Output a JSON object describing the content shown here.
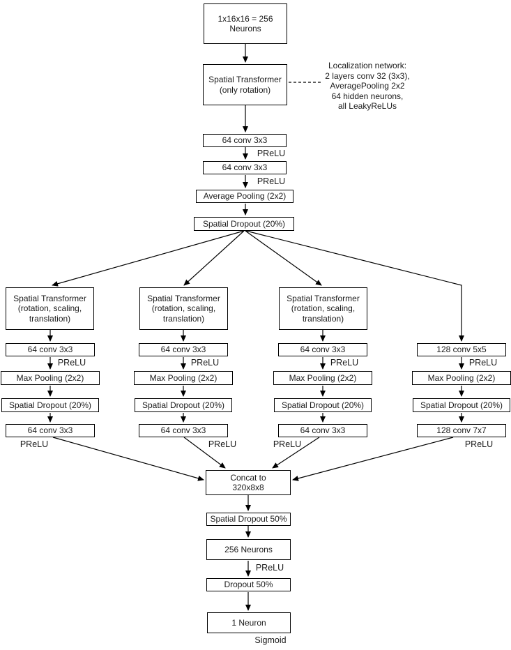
{
  "nodes": {
    "input": {
      "label": "1x16x16 = 256\nNeurons"
    },
    "st_rotation": {
      "label": "Spatial Transformer\n(only rotation)"
    },
    "conv1": {
      "label": "64 conv 3x3",
      "act": "PReLU"
    },
    "conv2": {
      "label": "64 conv 3x3",
      "act": "PReLU"
    },
    "avg_pool": {
      "label": "Average Pooling (2x2)"
    },
    "spatial_dropout": {
      "label": "Spatial Dropout (20%)"
    },
    "concat": {
      "label": "Concat to\n320x8x8"
    },
    "spatial_dropout_50": {
      "label": "Spatial Dropout 50%"
    },
    "dense_256": {
      "label": "256 Neurons",
      "act": "PReLU"
    },
    "dropout_50": {
      "label": "Dropout 50%"
    },
    "output": {
      "label": "1 Neuron",
      "act": "Sigmoid"
    }
  },
  "note": {
    "lines": [
      "Localization network:",
      "2 layers conv 32 (3x3),",
      "AveragePooling 2x2",
      "64 hidden neurons,",
      "all LeakyReLUs"
    ]
  },
  "branches": [
    {
      "transformer": "Spatial Transformer\n(rotation, scaling,\ntranslation)",
      "conv_a": "64 conv 3x3",
      "act_a": "PReLU",
      "pool": "Max Pooling (2x2)",
      "dropout": "Spatial Dropout (20%)",
      "conv_b": "64 conv 3x3",
      "act_b": "PReLU"
    },
    {
      "transformer": "Spatial Transformer\n(rotation, scaling,\ntranslation)",
      "conv_a": "64 conv 3x3",
      "act_a": "PReLU",
      "pool": "Max Pooling (2x2)",
      "dropout": "Spatial Dropout (20%)",
      "conv_b": "64 conv 3x3",
      "act_b": "PReLU"
    },
    {
      "transformer": "Spatial Transformer\n(rotation, scaling,\ntranslation)",
      "conv_a": "64 conv 3x3",
      "act_a": "PReLU",
      "pool": "Max Pooling (2x2)",
      "dropout": "Spatial Dropout (20%)",
      "conv_b": "64 conv 3x3",
      "act_b": "PReLU"
    },
    {
      "conv_a": "128 conv 5x5",
      "act_a": "PReLU",
      "pool": "Max Pooling (2x2)",
      "dropout": "Spatial Dropout (20%)",
      "conv_b": "128 conv 7x7",
      "act_b": "PReLU"
    }
  ],
  "colors": {
    "line": "#000000",
    "background": "#ffffff",
    "text": "#1a1a1a"
  }
}
